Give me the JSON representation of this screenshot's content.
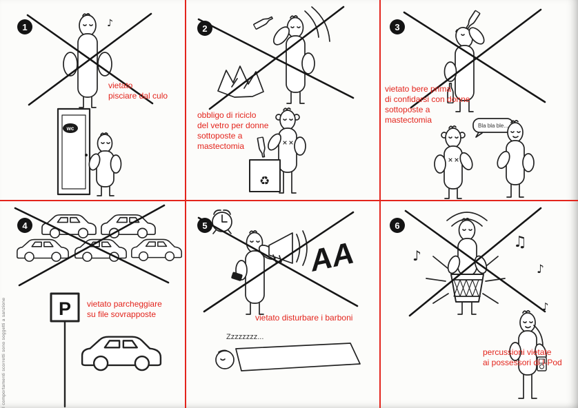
{
  "page": {
    "side_note": "I comportamenti scorretti sono soggetti a sanzione",
    "line_color": "#e3241c",
    "caption_color": "#e3241c",
    "ink_color": "#222222",
    "background": "#fcfcfa"
  },
  "icons": {
    "music_note": "♪",
    "music_note_double": "♫",
    "recycle": "♻"
  },
  "panels": [
    {
      "number": "1",
      "caption": "vietato\npisciare dal culo",
      "wc_label": "wc"
    },
    {
      "number": "2",
      "caption": "obbligo di riciclo\ndel vetro per donne\nsottoposte a\nmastectomia"
    },
    {
      "number": "3",
      "caption": "vietato bere prima\ndi confidarsi con donne\nsottoposte a\nmastectomia",
      "speech": "Bla bla ble..."
    },
    {
      "number": "4",
      "caption": "vietato parcheggiare\nsu file sovrapposte",
      "parking_label": "P"
    },
    {
      "number": "5",
      "caption": "vietato disturbare i barboni",
      "snore": "Zzzzzzzz...",
      "shout": "AA"
    },
    {
      "number": "6",
      "caption": "percussioni vietate\nai possessori di I-Pod"
    }
  ]
}
